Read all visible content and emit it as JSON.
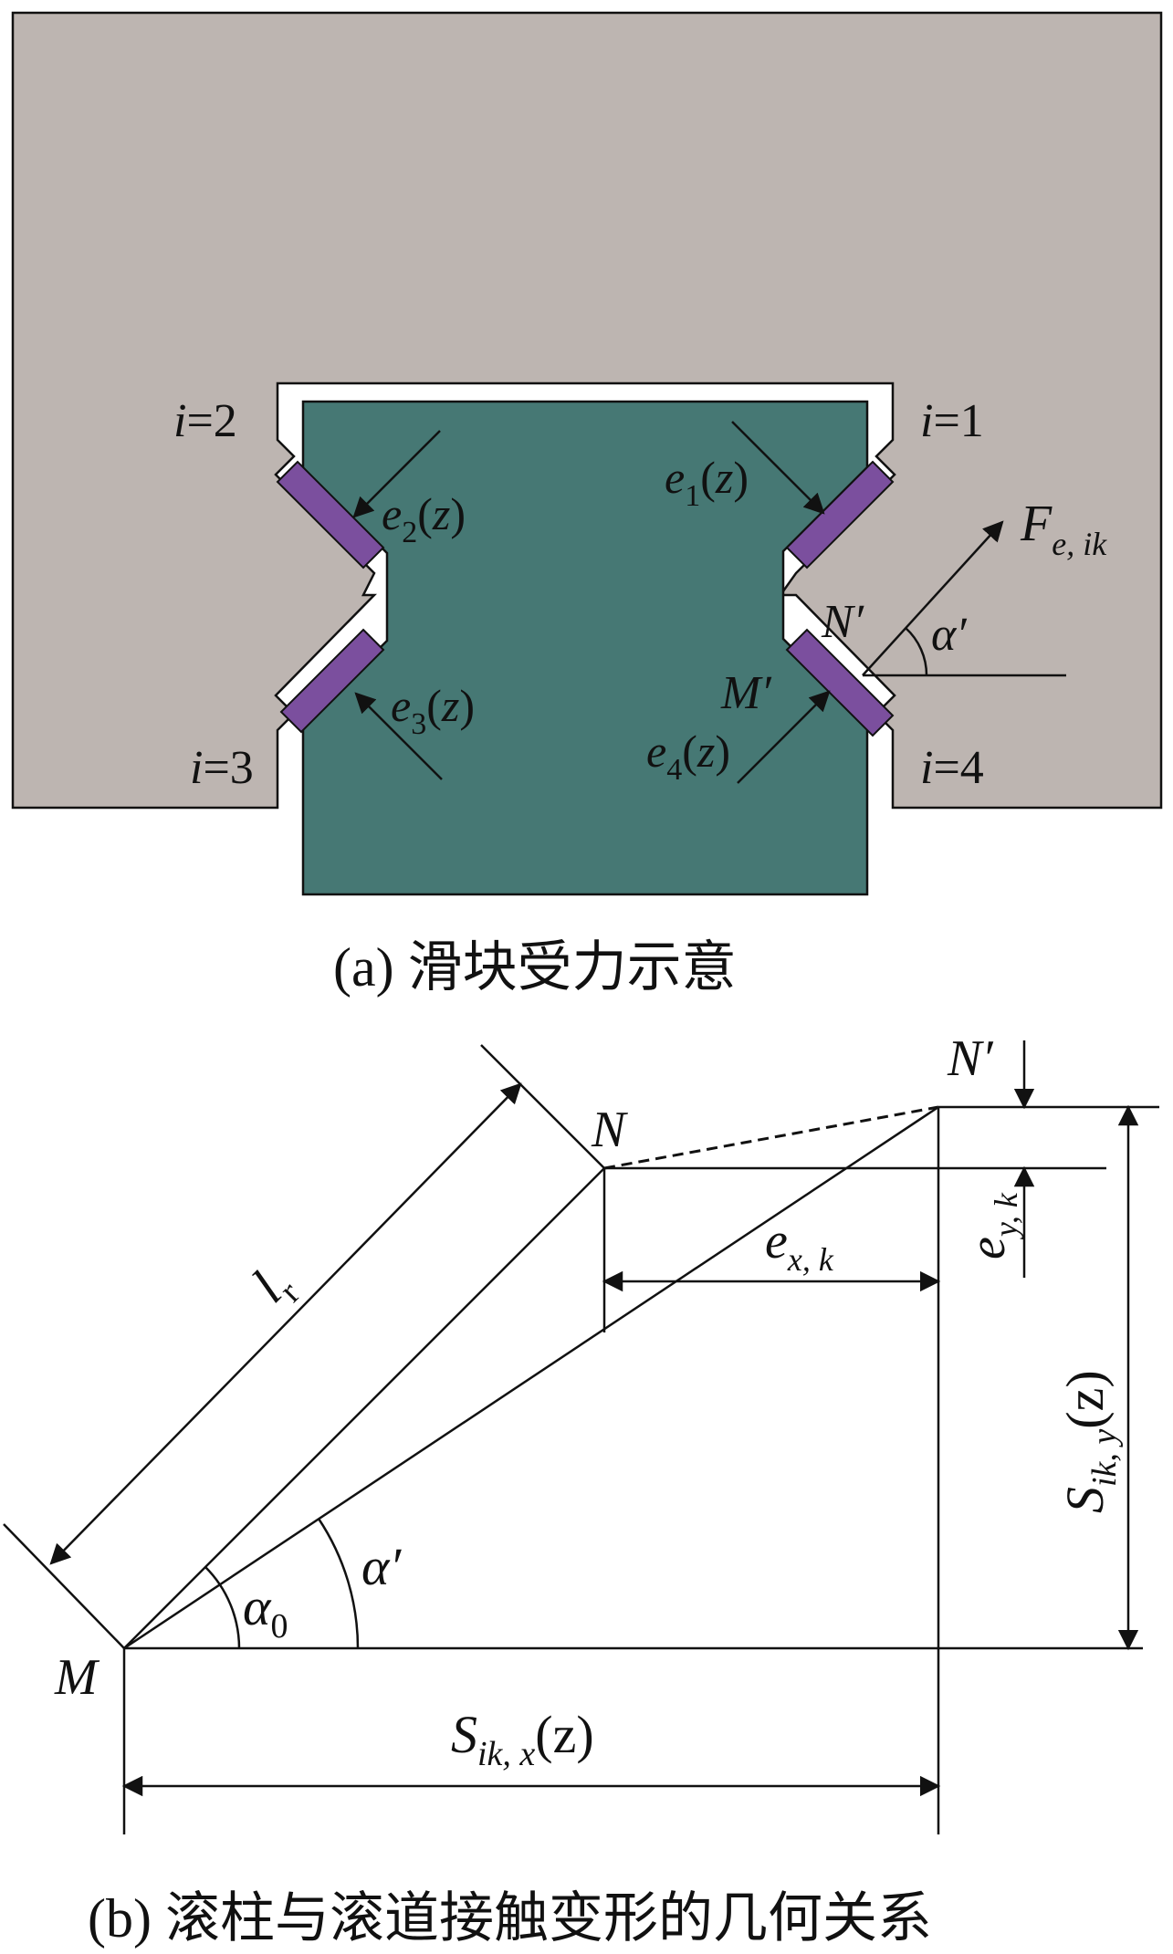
{
  "panel_a": {
    "caption": "(a)  滑块受力示意",
    "labels": {
      "i1": "i=1",
      "i2": "i=2",
      "i3": "i=3",
      "i4": "i=4",
      "e1": "e₁(z)",
      "e2": "e₂(z)",
      "e3": "e₃(z)",
      "e4": "e₄(z)",
      "force": "F",
      "force_sub": "e, ik",
      "n_prime": "N′",
      "m_prime": "M′",
      "alpha_prime": "α′"
    },
    "colors": {
      "housing": "#bdb5b1",
      "slider": "#467874",
      "roller": "#7b4f9e",
      "line": "#111111"
    }
  },
  "panel_b": {
    "caption": "(b)  滚柱与滚道接触变形的几何关系",
    "labels": {
      "n_prime": "N′",
      "n": "N",
      "m": "M",
      "lr": "l",
      "lr_sub": "r",
      "ex": "e",
      "ex_sub": "x, k",
      "ey": "e",
      "ey_sub": "y, k",
      "sy": "S",
      "sy_sub": "ik, y",
      "sy_arg": "(z)",
      "sx": "S",
      "sx_sub": "ik, x",
      "sx_arg": "(z)",
      "alpha0": "α",
      "alpha0_sub": "0",
      "alpha_prime": "α′"
    }
  }
}
